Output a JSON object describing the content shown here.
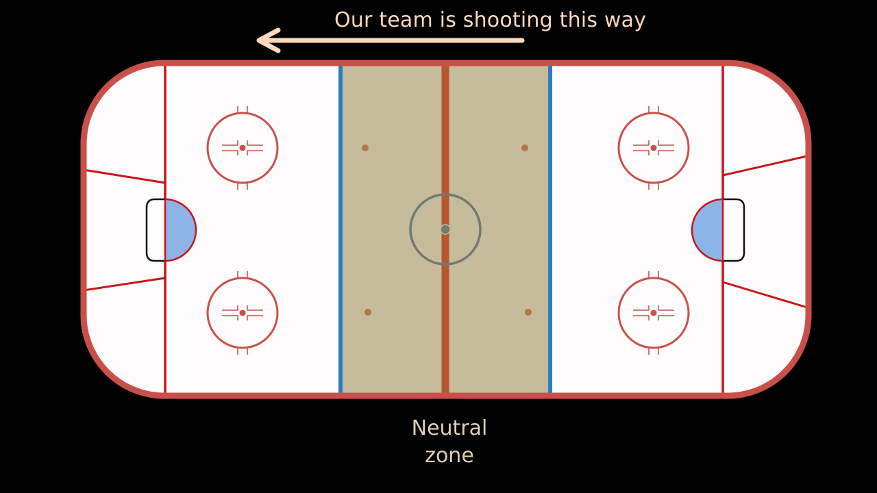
{
  "direction_caption": "Our team is shooting this way",
  "zone_label": {
    "line1": "Neutral",
    "line2": "zone"
  },
  "colors": {
    "background": "#000000",
    "boards": "#c9504a",
    "ice": "#fdfbfb",
    "neutral_zone_fill": "#c6bb9b",
    "center_line": "#b5572f",
    "blue_line": "#2a7fc1",
    "red_line": "#c8141b",
    "faceoff": "#c9504a",
    "center_circle": "#6f7a70",
    "crease_fill": "#8cb4e6",
    "arrow": "#fdd9bd",
    "caption": "#ddd2b2"
  },
  "icons": {
    "direction": "arrow-left-icon"
  }
}
